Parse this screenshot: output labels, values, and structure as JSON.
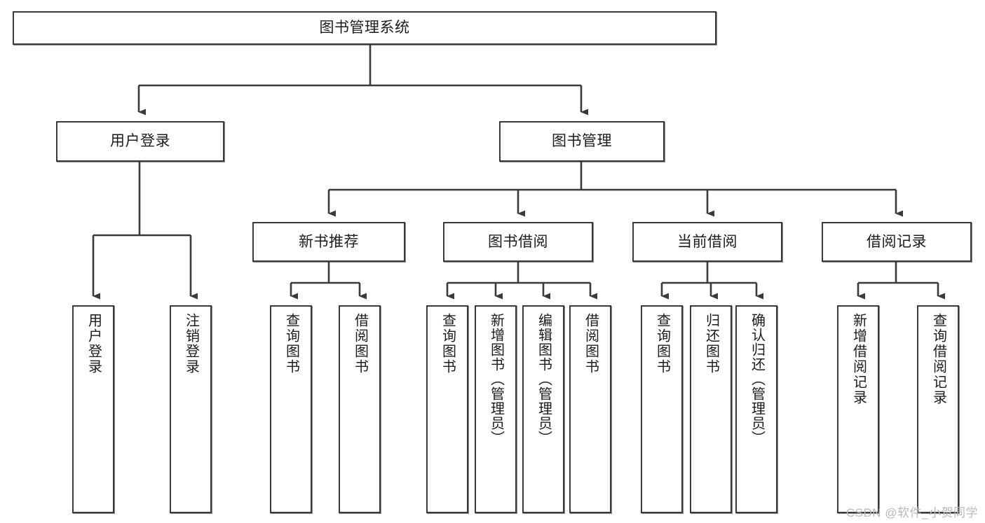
{
  "diagram": {
    "type": "tree-hierarchy",
    "title": "图书管理系统",
    "levels": 4,
    "root": {
      "id": "root",
      "label": "图书管理系统"
    },
    "level2": [
      {
        "id": "user-login",
        "label": "用户登录"
      },
      {
        "id": "book-manage",
        "label": "图书管理"
      }
    ],
    "level3": [
      {
        "id": "new-book-rec",
        "label": "新书推荐"
      },
      {
        "id": "book-borrow",
        "label": "图书借阅"
      },
      {
        "id": "current-borrow",
        "label": "当前借阅"
      },
      {
        "id": "borrow-record",
        "label": "借阅记录"
      }
    ],
    "leaves": {
      "user_login": [
        {
          "id": "leaf-user-login",
          "label": "用户登录"
        },
        {
          "id": "leaf-logout",
          "label": "注销登录"
        }
      ],
      "new_book_rec": [
        {
          "id": "leaf-query-book-1",
          "label": "查询图书"
        },
        {
          "id": "leaf-borrow-book-1",
          "label": "借阅图书"
        }
      ],
      "book_borrow": [
        {
          "id": "leaf-query-book-2",
          "label": "查询图书"
        },
        {
          "id": "leaf-add-book",
          "label": "新增图书（管理员）"
        },
        {
          "id": "leaf-edit-book",
          "label": "编辑图书（管理员）"
        },
        {
          "id": "leaf-borrow-book-2",
          "label": "借阅图书"
        }
      ],
      "current_borrow": [
        {
          "id": "leaf-query-book-3",
          "label": "查询图书"
        },
        {
          "id": "leaf-return-book",
          "label": "归还图书"
        },
        {
          "id": "leaf-confirm-return",
          "label": "确认归还（管理员）"
        }
      ],
      "borrow_record": [
        {
          "id": "leaf-add-record",
          "label": "新增借阅记录"
        },
        {
          "id": "leaf-query-record",
          "label": "查询借阅记录"
        }
      ]
    },
    "colors": {
      "stroke": "#3a3a3a",
      "fill": "#ffffff",
      "text": "#1c1c1c",
      "watermark": "#b9b9b9"
    }
  },
  "watermark": {
    "text": "CSDN @软件_小贺同学"
  }
}
